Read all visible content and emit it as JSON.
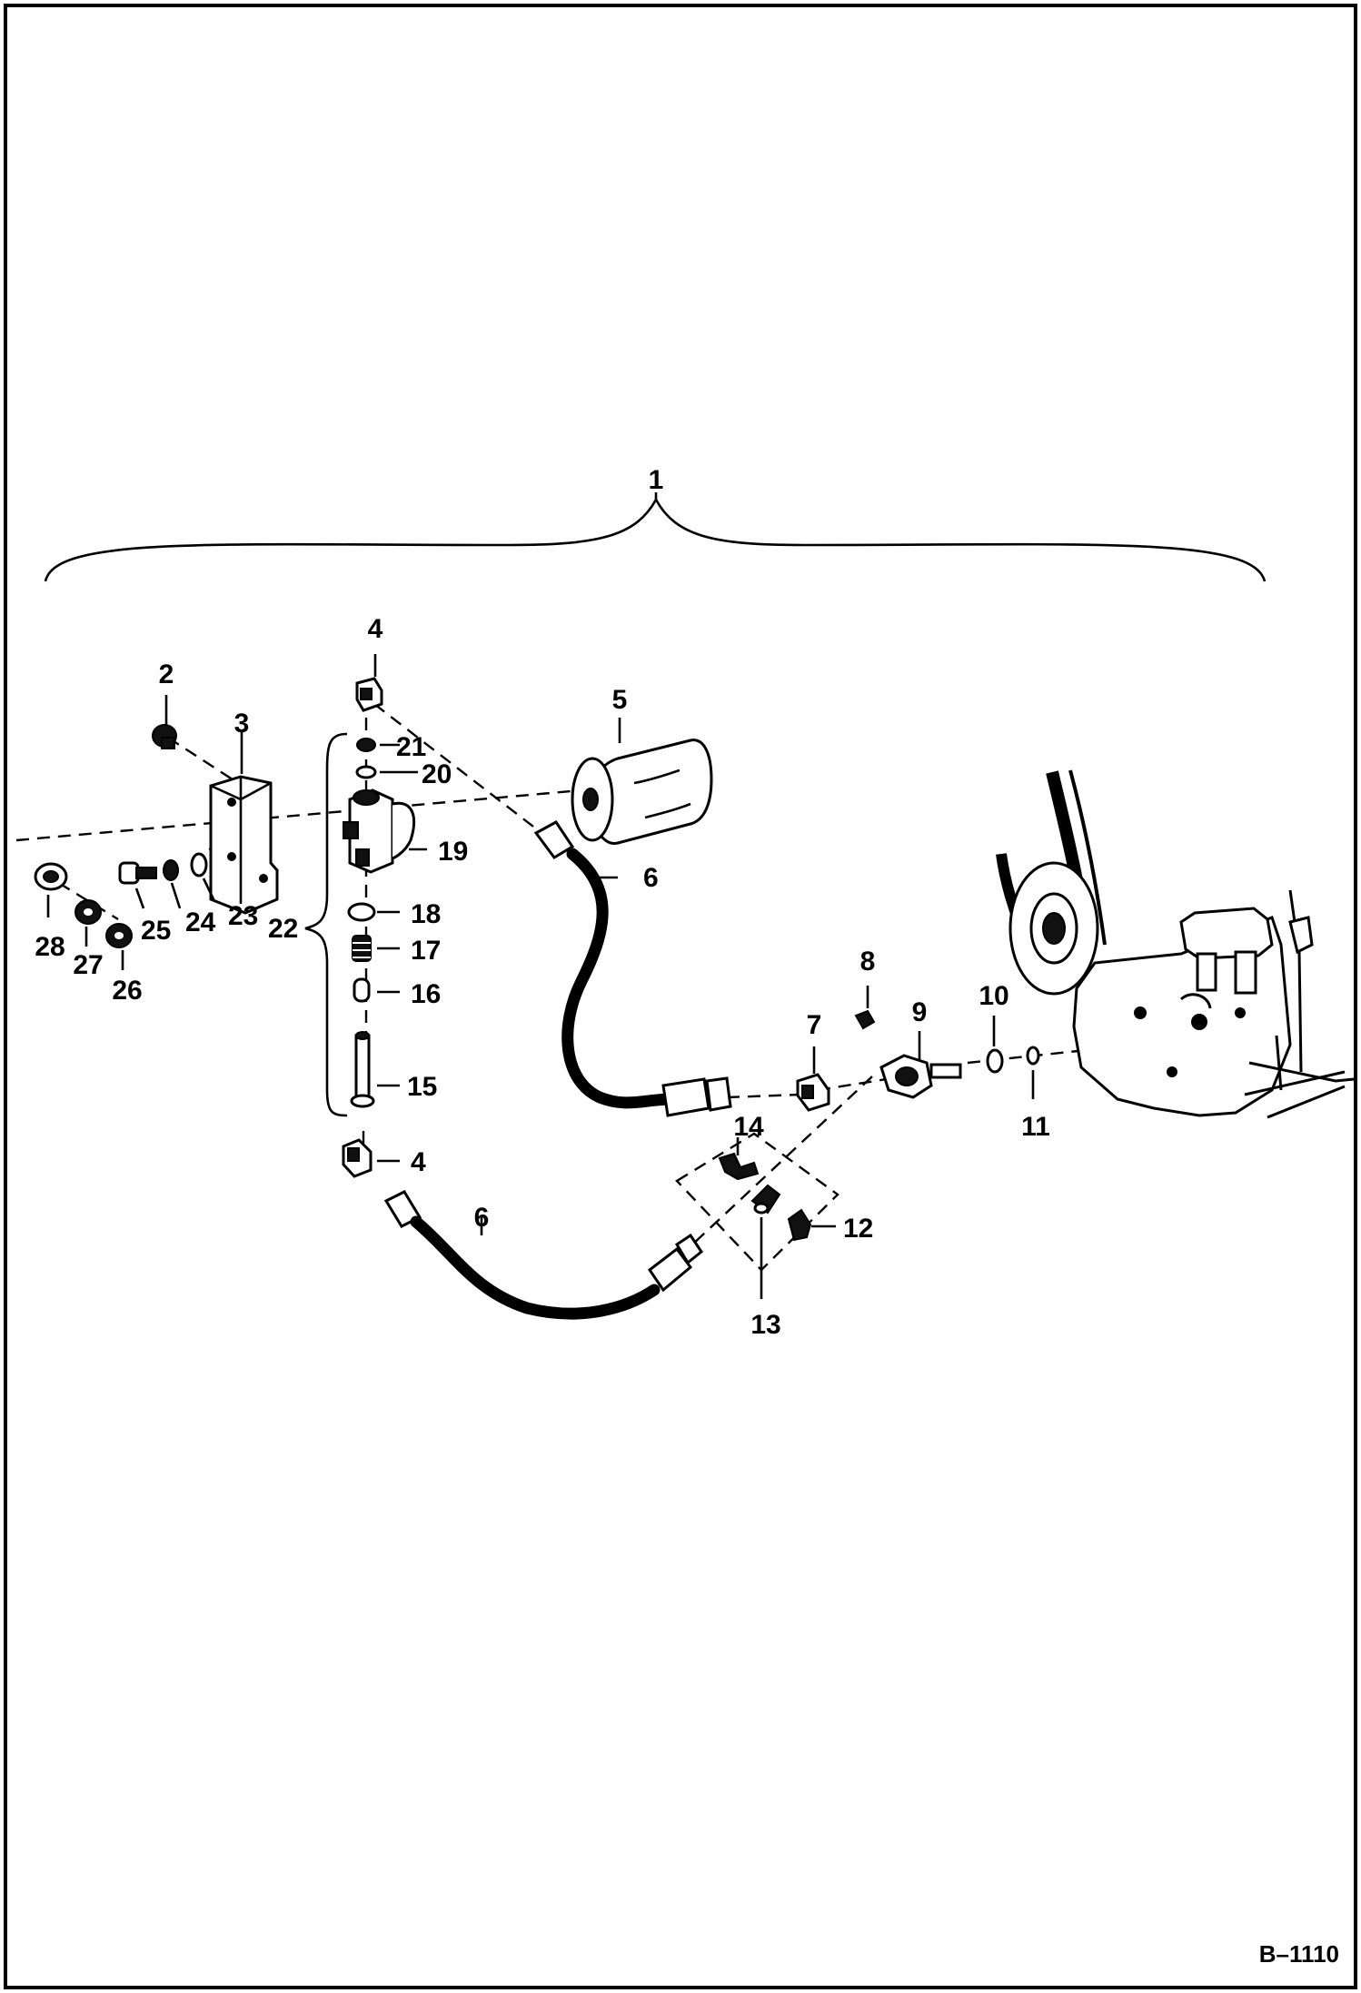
{
  "diagram": {
    "reference_code": "B–1110",
    "callouts": [
      {
        "id": "c1",
        "text": "1"
      },
      {
        "id": "c2",
        "text": "2"
      },
      {
        "id": "c3",
        "text": "3"
      },
      {
        "id": "c4a",
        "text": "4"
      },
      {
        "id": "c4b",
        "text": "4"
      },
      {
        "id": "c5",
        "text": "5"
      },
      {
        "id": "c6a",
        "text": "6"
      },
      {
        "id": "c6b",
        "text": "6"
      },
      {
        "id": "c7",
        "text": "7"
      },
      {
        "id": "c8",
        "text": "8"
      },
      {
        "id": "c9",
        "text": "9"
      },
      {
        "id": "c10",
        "text": "10"
      },
      {
        "id": "c11",
        "text": "11"
      },
      {
        "id": "c12",
        "text": "12"
      },
      {
        "id": "c13",
        "text": "13"
      },
      {
        "id": "c14",
        "text": "14"
      },
      {
        "id": "c15",
        "text": "15"
      },
      {
        "id": "c16",
        "text": "16"
      },
      {
        "id": "c17",
        "text": "17"
      },
      {
        "id": "c18",
        "text": "18"
      },
      {
        "id": "c19",
        "text": "19"
      },
      {
        "id": "c20",
        "text": "20"
      },
      {
        "id": "c21",
        "text": "21"
      },
      {
        "id": "c22",
        "text": "22"
      },
      {
        "id": "c23",
        "text": "23"
      },
      {
        "id": "c24",
        "text": "24"
      },
      {
        "id": "c25",
        "text": "25"
      },
      {
        "id": "c26",
        "text": "26"
      },
      {
        "id": "c27",
        "text": "27"
      },
      {
        "id": "c28",
        "text": "28"
      }
    ]
  }
}
